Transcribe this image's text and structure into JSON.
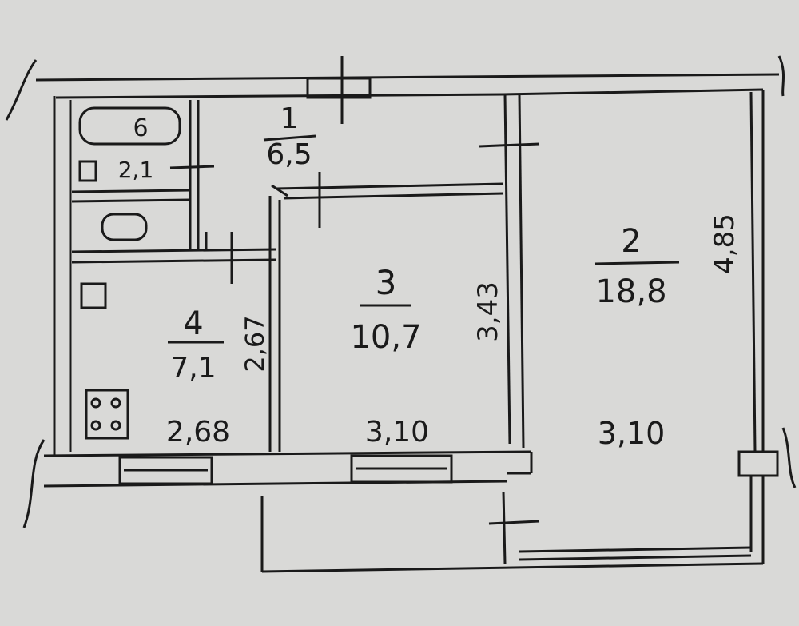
{
  "colors": {
    "paper": "#d9d9d7",
    "ink": "#1a1a1a",
    "wall_fill": "#cfcfcc"
  },
  "rooms": [
    {
      "id": "hall",
      "number": "1",
      "area": "6,5"
    },
    {
      "id": "room2",
      "number": "2",
      "area": "18,8"
    },
    {
      "id": "room3",
      "number": "3",
      "area": "10,7"
    },
    {
      "id": "kitchen",
      "number": "4",
      "area": "7,1"
    },
    {
      "id": "bath",
      "number": "6",
      "area": "2,1"
    }
  ],
  "dimensions": {
    "kitchen_width": "2,68",
    "kitchen_depth": "2,67",
    "room3_width": "3,10",
    "room3_depth": "3,43",
    "room2_width": "3,10",
    "room2_depth": "4,85"
  }
}
